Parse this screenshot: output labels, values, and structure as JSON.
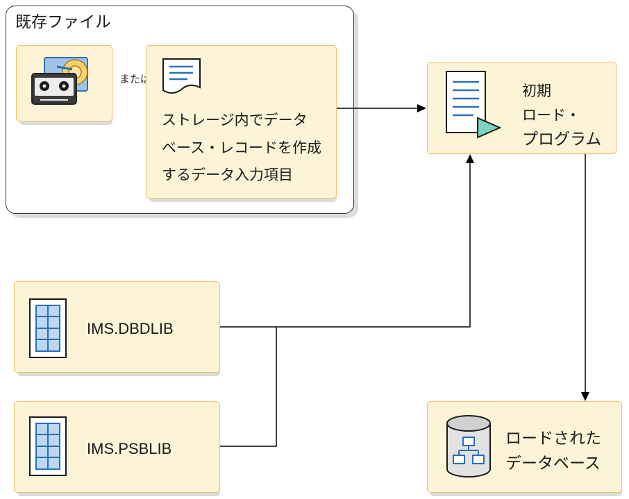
{
  "existing_files": {
    "title": "既存ファイル",
    "or_label": "または",
    "data_input_text": [
      "ストレージ内でデータ",
      "ベース・レコードを作成",
      "するデータ入力項目"
    ]
  },
  "initial_load_program": {
    "text": [
      "初期",
      "ロード・",
      "プログラム"
    ]
  },
  "dbdlib": {
    "label": "IMS.DBDLIB"
  },
  "psblib": {
    "label": "IMS.PSBLIB"
  },
  "loaded_database": {
    "text": [
      "ロードされた",
      "データベース"
    ]
  },
  "colors": {
    "box_fill": "#fdf3d6",
    "box_border": "#eec266",
    "icon_blue": "#2a6fb7",
    "icon_light_blue": "#bcd8f2",
    "arrow_teal": "#7fd3c0",
    "line": "#000000"
  }
}
